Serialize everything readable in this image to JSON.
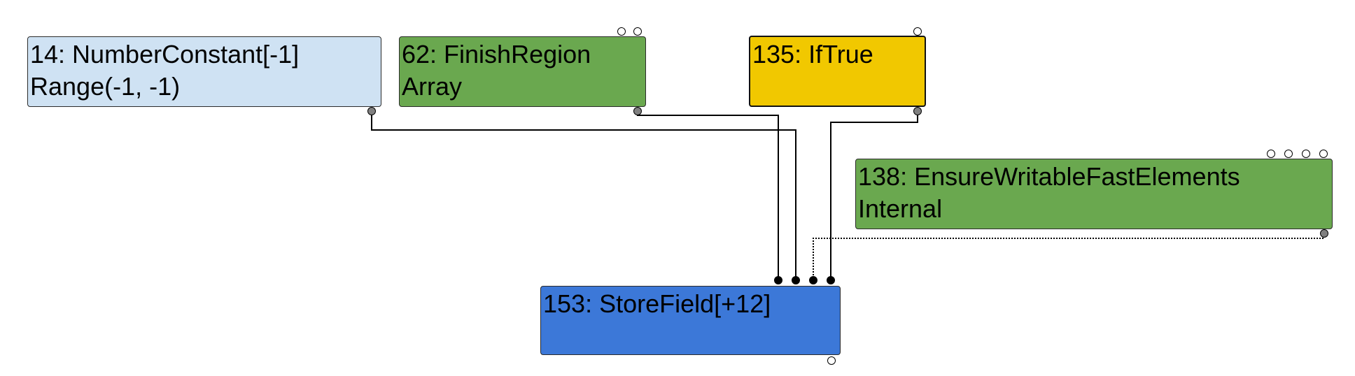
{
  "colors": {
    "constant": "#cfe2f3",
    "control_green": "#6aa84f",
    "control_yellow": "#f1c800",
    "store": "#3c78d8",
    "edge": "#000000",
    "output_port": "#808080",
    "input_port_filled": "#000000",
    "input_port_empty": "#ffffff"
  },
  "nodes": [
    {
      "id": "14",
      "lines": [
        "14: NumberConstant[-1]",
        "Range(-1, -1)"
      ],
      "color_key": "constant",
      "inputs": 0,
      "has_output": true
    },
    {
      "id": "62",
      "lines": [
        "62: FinishRegion",
        "Array"
      ],
      "color_key": "control_green",
      "inputs": 2,
      "has_output": true
    },
    {
      "id": "135",
      "lines": [
        "135: IfTrue",
        ""
      ],
      "color_key": "control_yellow",
      "inputs": 1,
      "has_output": true
    },
    {
      "id": "138",
      "lines": [
        "138: EnsureWritableFastElements",
        "Internal"
      ],
      "color_key": "control_green",
      "inputs": 4,
      "has_output": true
    },
    {
      "id": "153",
      "lines": [
        "153: StoreField[+12]",
        ""
      ],
      "color_key": "store",
      "inputs": 4,
      "has_output": true
    }
  ],
  "edges": [
    {
      "from": "62",
      "to": "153",
      "to_input": 0,
      "style": "solid"
    },
    {
      "from": "14",
      "to": "153",
      "to_input": 1,
      "style": "solid"
    },
    {
      "from": "138",
      "to": "153",
      "to_input": 2,
      "style": "dotted"
    },
    {
      "from": "135",
      "to": "153",
      "to_input": 3,
      "style": "solid"
    }
  ]
}
